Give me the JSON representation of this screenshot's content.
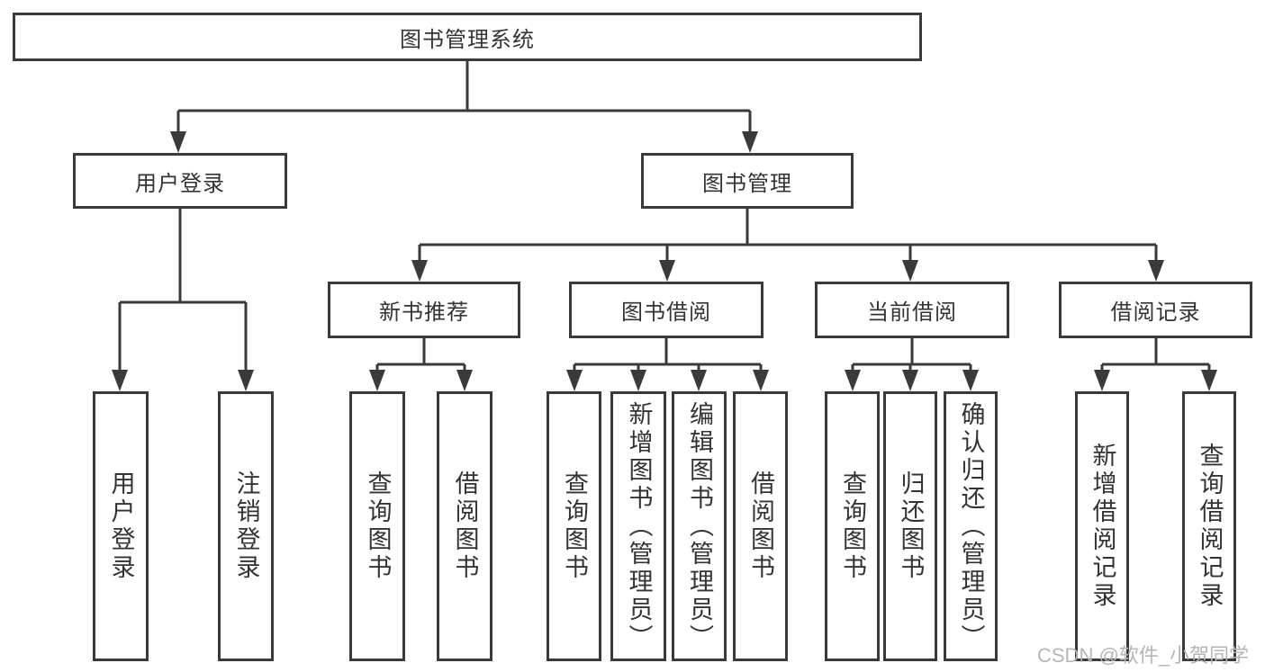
{
  "diagram": {
    "root": {
      "id": "library-management-system",
      "label": "图书管理系统"
    },
    "level2": [
      {
        "id": "user-login",
        "label": "用户登录"
      },
      {
        "id": "book-management",
        "label": "图书管理"
      }
    ],
    "level3": [
      {
        "id": "new-book-recommendation",
        "parent": "book-management",
        "label": "新书推荐"
      },
      {
        "id": "book-borrowing",
        "parent": "book-management",
        "label": "图书借阅"
      },
      {
        "id": "current-borrowing",
        "parent": "book-management",
        "label": "当前借阅"
      },
      {
        "id": "borrowing-records",
        "parent": "book-management",
        "label": "借阅记录"
      }
    ],
    "leaves": [
      {
        "id": "user-login-leaf",
        "parent": "user-login",
        "label": "用户登录"
      },
      {
        "id": "logout-login",
        "parent": "user-login",
        "label": "注销登录"
      },
      {
        "id": "query-books-rec",
        "parent": "new-book-recommendation",
        "label": "查询图书"
      },
      {
        "id": "borrow-books-rec",
        "parent": "new-book-recommendation",
        "label": "借阅图书"
      },
      {
        "id": "query-books-bb",
        "parent": "book-borrowing",
        "label": "查询图书"
      },
      {
        "id": "add-books-admin",
        "parent": "book-borrowing",
        "label": "新增图书（管理员）"
      },
      {
        "id": "edit-books-admin",
        "parent": "book-borrowing",
        "label": "编辑图书（管理员）"
      },
      {
        "id": "borrow-books-bb",
        "parent": "book-borrowing",
        "label": "借阅图书"
      },
      {
        "id": "query-books-cur",
        "parent": "current-borrowing",
        "label": "查询图书"
      },
      {
        "id": "return-books",
        "parent": "current-borrowing",
        "label": "归还图书"
      },
      {
        "id": "confirm-return-admin",
        "parent": "current-borrowing",
        "label": "确认归还（管理员）"
      },
      {
        "id": "add-borrowing-record",
        "parent": "borrowing-records",
        "label": "新增借阅记录"
      },
      {
        "id": "query-borrowing-record",
        "parent": "borrowing-records",
        "label": "查询借阅记录"
      }
    ]
  },
  "watermark": {
    "label": "CSDN @软件_小贺同学"
  },
  "colors": {
    "line": "#3a3a3a",
    "text": "#333333",
    "background": "#ffffff",
    "watermark": "#b5b5b5"
  }
}
